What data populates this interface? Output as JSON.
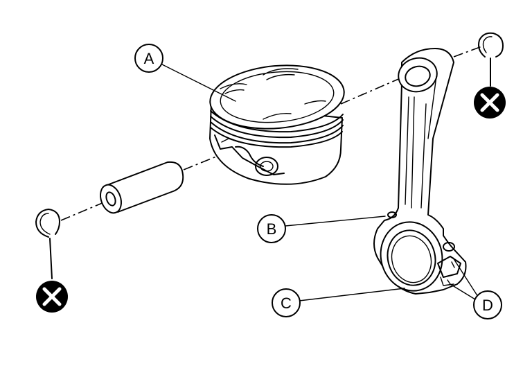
{
  "diagram": {
    "callouts": [
      {
        "id": "A",
        "label": "A"
      },
      {
        "id": "B",
        "label": "B"
      },
      {
        "id": "C",
        "label": "C"
      },
      {
        "id": "D",
        "label": "D"
      }
    ],
    "parts": [
      {
        "name": "piston",
        "callout": "A"
      },
      {
        "name": "connecting-rod-oil-hole",
        "callout": "B"
      },
      {
        "name": "connecting-rod-bearing-end",
        "callout": "C"
      },
      {
        "name": "cylinder-number-marks",
        "callout": "D"
      },
      {
        "name": "piston-pin"
      },
      {
        "name": "snap-ring-left"
      },
      {
        "name": "snap-ring-right"
      }
    ],
    "symbols": [
      {
        "name": "do-not-reuse-left"
      },
      {
        "name": "do-not-reuse-right"
      }
    ]
  }
}
